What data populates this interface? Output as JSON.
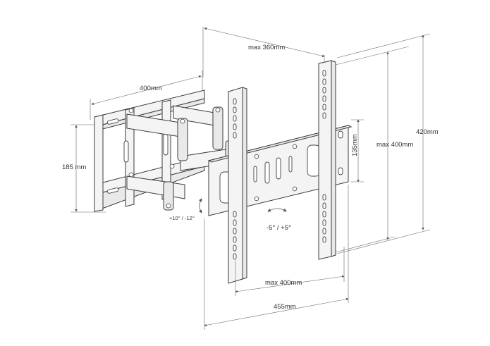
{
  "labels": {
    "max_width": "max 360mm",
    "wall_plate_width": "400mm",
    "wall_plate_height": "185 mm",
    "tilt": "+10° / -12°",
    "vesa_h_min": "135mm",
    "vesa_h_max": "max 400mm",
    "overall_height": "420mm",
    "swivel": "-5° / +5°",
    "vesa_w_max": "max 400mm",
    "overall_width": "455mm"
  },
  "colors": {
    "line": "#555555",
    "text": "#333333",
    "fill": "#f4f4f4"
  }
}
